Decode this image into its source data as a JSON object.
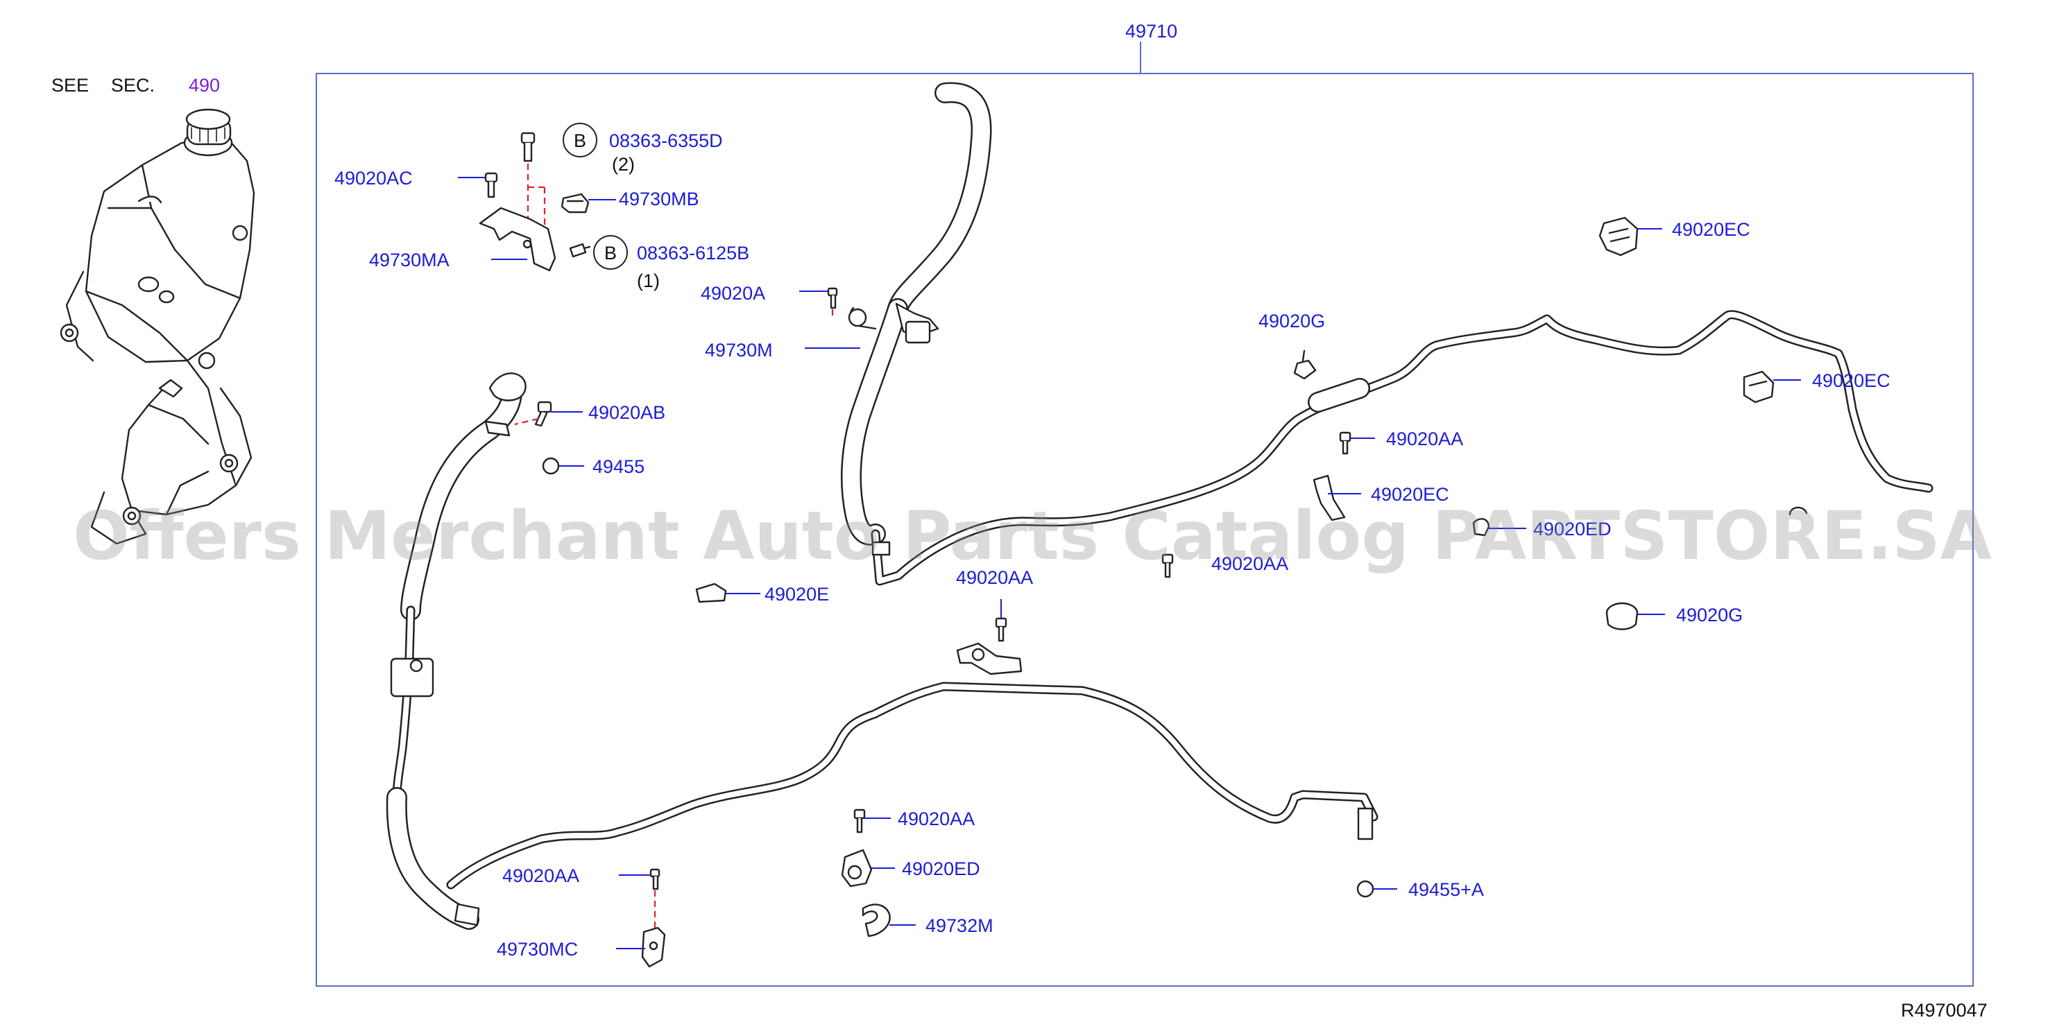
{
  "header": {
    "see_label": "SEE",
    "sec_label": "SEC.",
    "sec_number": "490",
    "main_part": "49710"
  },
  "diagram_code": "R4970047",
  "watermark": "Offers Merchant Auto Parts Catalog PARTSTORE.SA",
  "callouts": {
    "b1": {
      "letter": "B",
      "part": "08363-6355D",
      "qty": "(2)"
    },
    "b2": {
      "letter": "B",
      "part": "08363-6125B",
      "qty": "(1)"
    }
  },
  "parts": {
    "p49020AC": "49020AC",
    "p49730MB": "49730MB",
    "p49730MA": "49730MA",
    "p49020A": "49020A",
    "p49730M": "49730M",
    "p49020AB": "49020AB",
    "p49455": "49455",
    "p49020E": "49020E",
    "p49020AA_a": "49020AA",
    "p49020G_a": "49020G",
    "p49020AA_b": "49020AA",
    "p49020EC_a": "49020EC",
    "p49020AA_c": "49020AA",
    "p49020ED_a": "49020ED",
    "p49020EC_b": "49020EC",
    "p49020EC_c": "49020EC",
    "p49020G_b": "49020G",
    "p49020AA_d": "49020AA",
    "p49020ED_b": "49020ED",
    "p49732M": "49732M",
    "p49020AA_e": "49020AA",
    "p49730MC": "49730MC",
    "p49455A": "49455+A"
  },
  "colors": {
    "label_blue": "#1c1cd6",
    "link_purple": "#7a22d6",
    "frame_blue": "#5a6fc2",
    "dash_red": "#d8232a"
  }
}
